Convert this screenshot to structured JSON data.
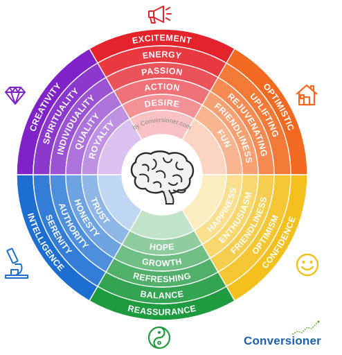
{
  "watermark": "by Conversioner.com",
  "logo_text": "Conversioner",
  "sectors": [
    {
      "id": "red",
      "color": "#e5232c",
      "labels": [
        "EXCITEMENT",
        "ENERGY",
        "PASSION",
        "ACTION",
        "DESIRE"
      ]
    },
    {
      "id": "orange",
      "color": "#f26a21",
      "labels": [
        "OPTIMISTIC",
        "UPLIFTING",
        "REJUVENATING",
        "FRIENDLINESS",
        "FUN"
      ]
    },
    {
      "id": "yellow",
      "color": "#f4c01d",
      "labels": [
        "CONFIDENCE",
        "OPTIMISM",
        "FRIENDLINESS",
        "ENTHUSIASM",
        "HAPPINESS"
      ]
    },
    {
      "id": "green",
      "color": "#1e9a3f",
      "labels": [
        "REASSURANCE",
        "BALANCE",
        "REFRESHING",
        "GROWTH",
        "HOPE"
      ]
    },
    {
      "id": "blue",
      "color": "#1c6fd1",
      "labels": [
        "INTELLIGENCE",
        "SERENITY",
        "AUTHORITY",
        "HONESTY",
        "TRUST"
      ]
    },
    {
      "id": "purple",
      "color": "#7f22c7",
      "labels": [
        "CREATIVITY",
        "SPIRITUALITY",
        "INDIVIDUALITY",
        "QUALITY",
        "ROYALTY"
      ]
    }
  ],
  "icons": {
    "top": "megaphone-icon",
    "top_right": "house-icon",
    "right": "smiley-icon",
    "bottom": "yin-yang-icon",
    "left_bottom": "microscope-icon",
    "left_top": "diamond-icon",
    "center": "brain-icon"
  }
}
